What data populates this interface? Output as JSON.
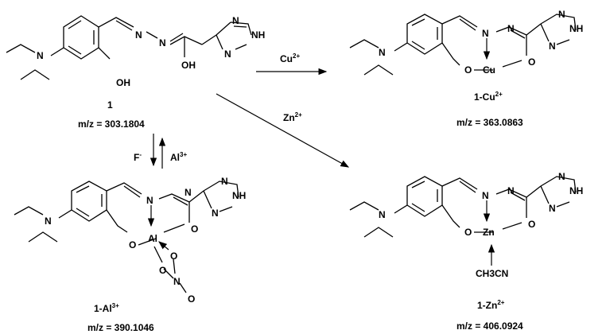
{
  "compounds": {
    "free": {
      "name": "1",
      "mz": "m/z = 303.1804"
    },
    "cu": {
      "name_base": "1-Cu",
      "name_sup": "2+",
      "mz": "m/z = 363.0863"
    },
    "zn": {
      "name_base": "1-Zn",
      "name_sup": "2+",
      "mz": "m/z = 406.0924"
    },
    "al": {
      "name_base": "1-Al",
      "name_sup": "3+",
      "mz": "m/z = 390.1046"
    }
  },
  "arrows": {
    "cu": {
      "base": "Cu",
      "sup": "2+"
    },
    "zn": {
      "base": "Zn",
      "sup": "2+"
    },
    "al": {
      "base": "Al",
      "sup": "3+"
    },
    "f": {
      "base": "F",
      "sup": "-"
    }
  },
  "atoms": {
    "N": "N",
    "NH": "NH",
    "O": "O",
    "OH": "OH",
    "Cu": "Cu",
    "Zn": "Zn",
    "Al": "Al",
    "CH3CN": "CH3CN"
  }
}
